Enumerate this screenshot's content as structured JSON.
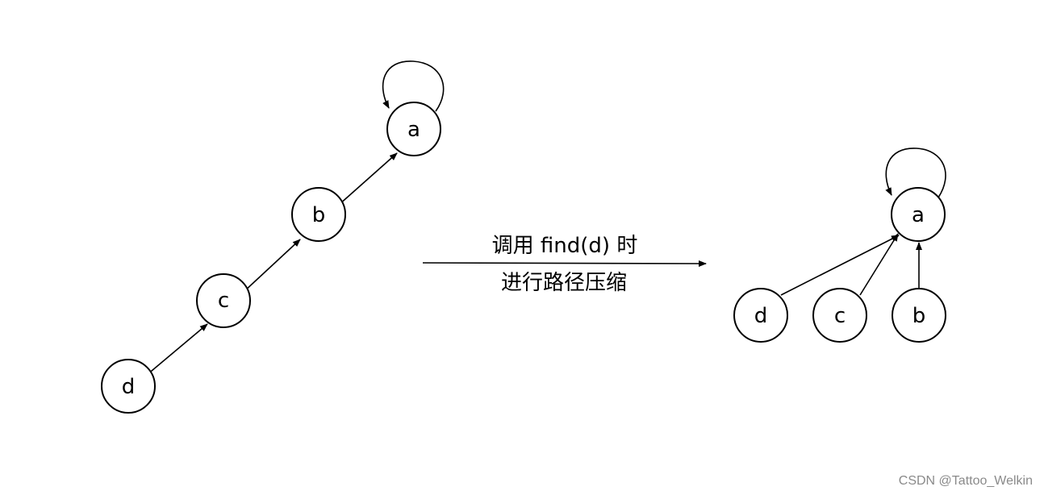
{
  "diagram": {
    "before": {
      "nodes": [
        {
          "id": "a",
          "label": "a"
        },
        {
          "id": "b",
          "label": "b"
        },
        {
          "id": "c",
          "label": "c"
        },
        {
          "id": "d",
          "label": "d"
        }
      ],
      "edges": [
        {
          "from": "d",
          "to": "c"
        },
        {
          "from": "c",
          "to": "b"
        },
        {
          "from": "b",
          "to": "a"
        },
        {
          "from": "a",
          "to": "a"
        }
      ]
    },
    "after": {
      "nodes": [
        {
          "id": "a",
          "label": "a"
        },
        {
          "id": "d",
          "label": "d"
        },
        {
          "id": "c",
          "label": "c"
        },
        {
          "id": "b",
          "label": "b"
        }
      ],
      "edges": [
        {
          "from": "d",
          "to": "a"
        },
        {
          "from": "c",
          "to": "a"
        },
        {
          "from": "b",
          "to": "a"
        },
        {
          "from": "a",
          "to": "a"
        }
      ]
    },
    "transition": {
      "line1": "调用 find(d) 时",
      "line2": "进行路径压缩"
    }
  },
  "watermark": "CSDN @Tattoo_Welkin"
}
